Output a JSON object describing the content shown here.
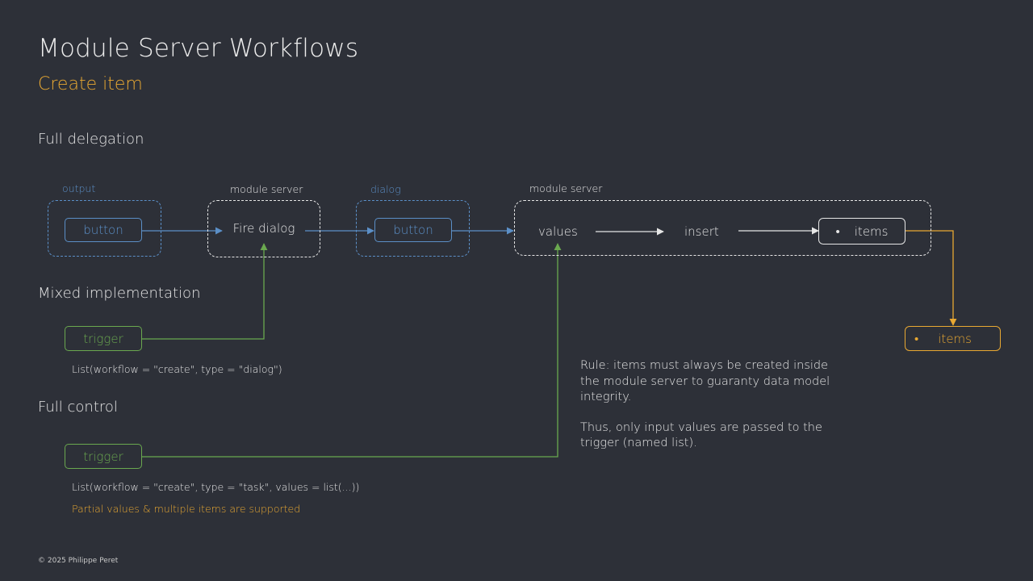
{
  "header": {
    "title": "Module Server Workflows",
    "subtitle": "Create item"
  },
  "colors": {
    "background": "#2d3038",
    "accent_orange": "#e8a832",
    "blue": "#5b8fc7",
    "green": "#6aa84f",
    "white": "#e6e6e6"
  },
  "sections": {
    "full_delegation": "Full delegation",
    "mixed_implementation": "Mixed implementation",
    "full_control": "Full control"
  },
  "diagram": {
    "output_group_label": "output",
    "output_button": "button",
    "module_server_1_label": "module server",
    "fire_dialog": "Fire dialog",
    "dialog_group_label": "dialog",
    "dialog_button": "button",
    "module_server_2_label": "module server",
    "values": "values",
    "insert": "insert",
    "items_bullet": "•",
    "items": "items",
    "output_items_bullet": "•",
    "output_items": "items"
  },
  "mixed": {
    "trigger": "trigger",
    "code": "List(workflow = \"create\", type = \"dialog\")"
  },
  "control": {
    "trigger": "trigger",
    "code": "List(workflow = \"create\", type = \"task\", values = list(...))",
    "note": "Partial values & multiple items are supported"
  },
  "rule": {
    "paragraph1": "Rule: items must always be created inside the module server to guaranty data model integrity.",
    "paragraph2": "Thus, only input values are passed to the trigger (named list)."
  },
  "footer": {
    "copyright": "© 2025 Philippe Peret"
  }
}
